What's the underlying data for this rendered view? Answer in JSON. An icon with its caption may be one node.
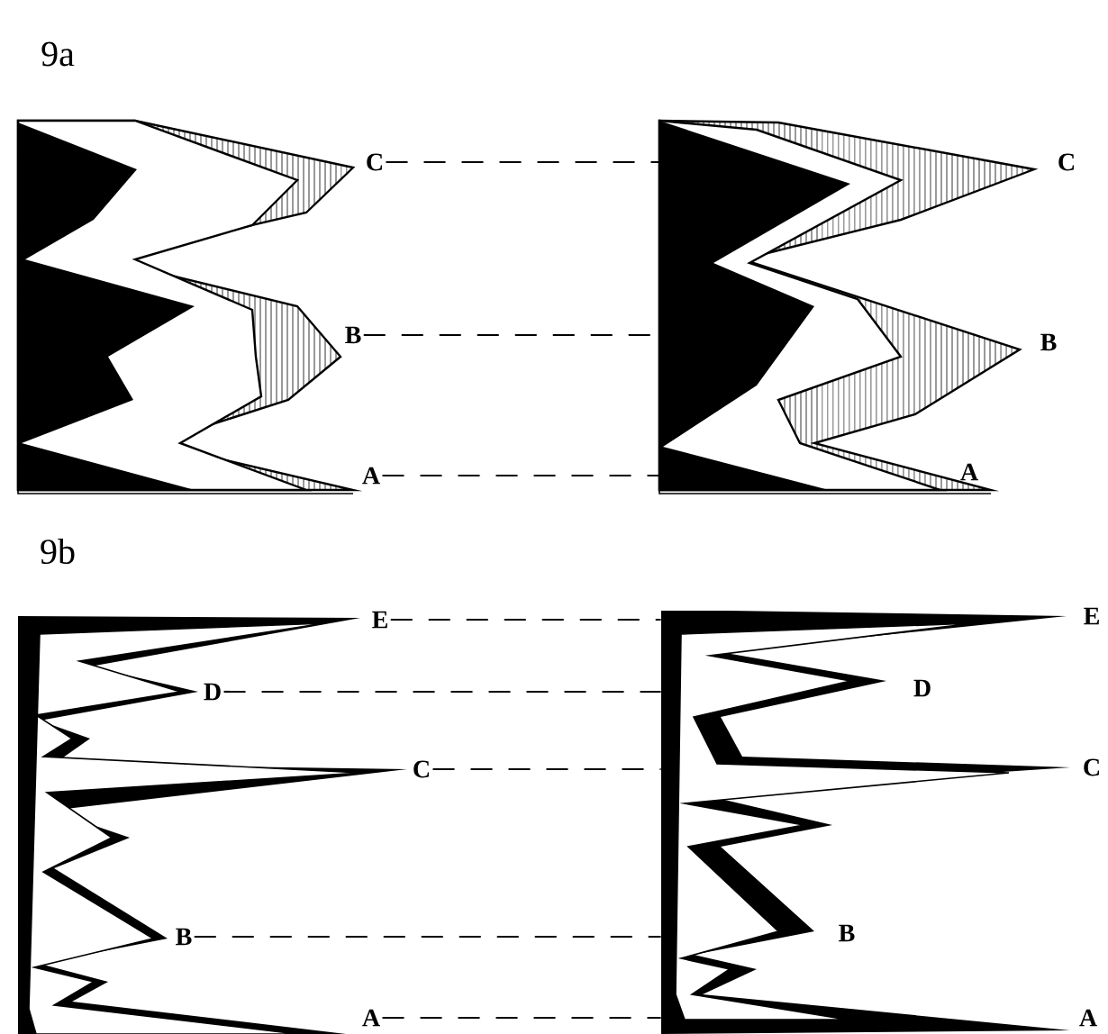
{
  "diagram": {
    "nodes": [
      {
        "text": [
          "C"
        ]
      },
      {
        "text": [
          "B"
        ]
      },
      {
        "text": [
          "A"
        ]
      },
      {
        "text": [],
        "shape": "picture"
      },
      {
        "text": [
          "E"
        ]
      },
      {
        "text": [
          "D"
        ]
      },
      {
        "text": [
          "C"
        ]
      },
      {
        "text": [
          "B"
        ]
      },
      {
        "text": [
          "A"
        ]
      },
      {
        "text": [],
        "shape": "picture"
      }
    ],
    "edges": [
      {
        "from": 0,
        "to": 3,
        "arrow": "none",
        "style": "dashed"
      },
      {
        "from": 1,
        "to": 3,
        "arrow": "none",
        "style": "dashed"
      },
      {
        "from": 2,
        "to": 3,
        "arrow": "none",
        "style": "dashed"
      },
      {
        "from": 4,
        "to": 9,
        "arrow": "none",
        "style": "dashed"
      },
      {
        "from": 5,
        "to": 9,
        "arrow": "none",
        "style": "dashed"
      },
      {
        "from": 6,
        "to": 9,
        "arrow": "none",
        "style": "dashed"
      },
      {
        "from": 7,
        "to": 9,
        "arrow": "none",
        "style": "dashed"
      },
      {
        "from": 8,
        "to": 9,
        "arrow": "none",
        "style": "dashed"
      }
    ],
    "labels": [
      "9a",
      "C",
      "B",
      "A",
      "9b",
      "E",
      "D",
      "C",
      "B",
      "A"
    ]
  }
}
